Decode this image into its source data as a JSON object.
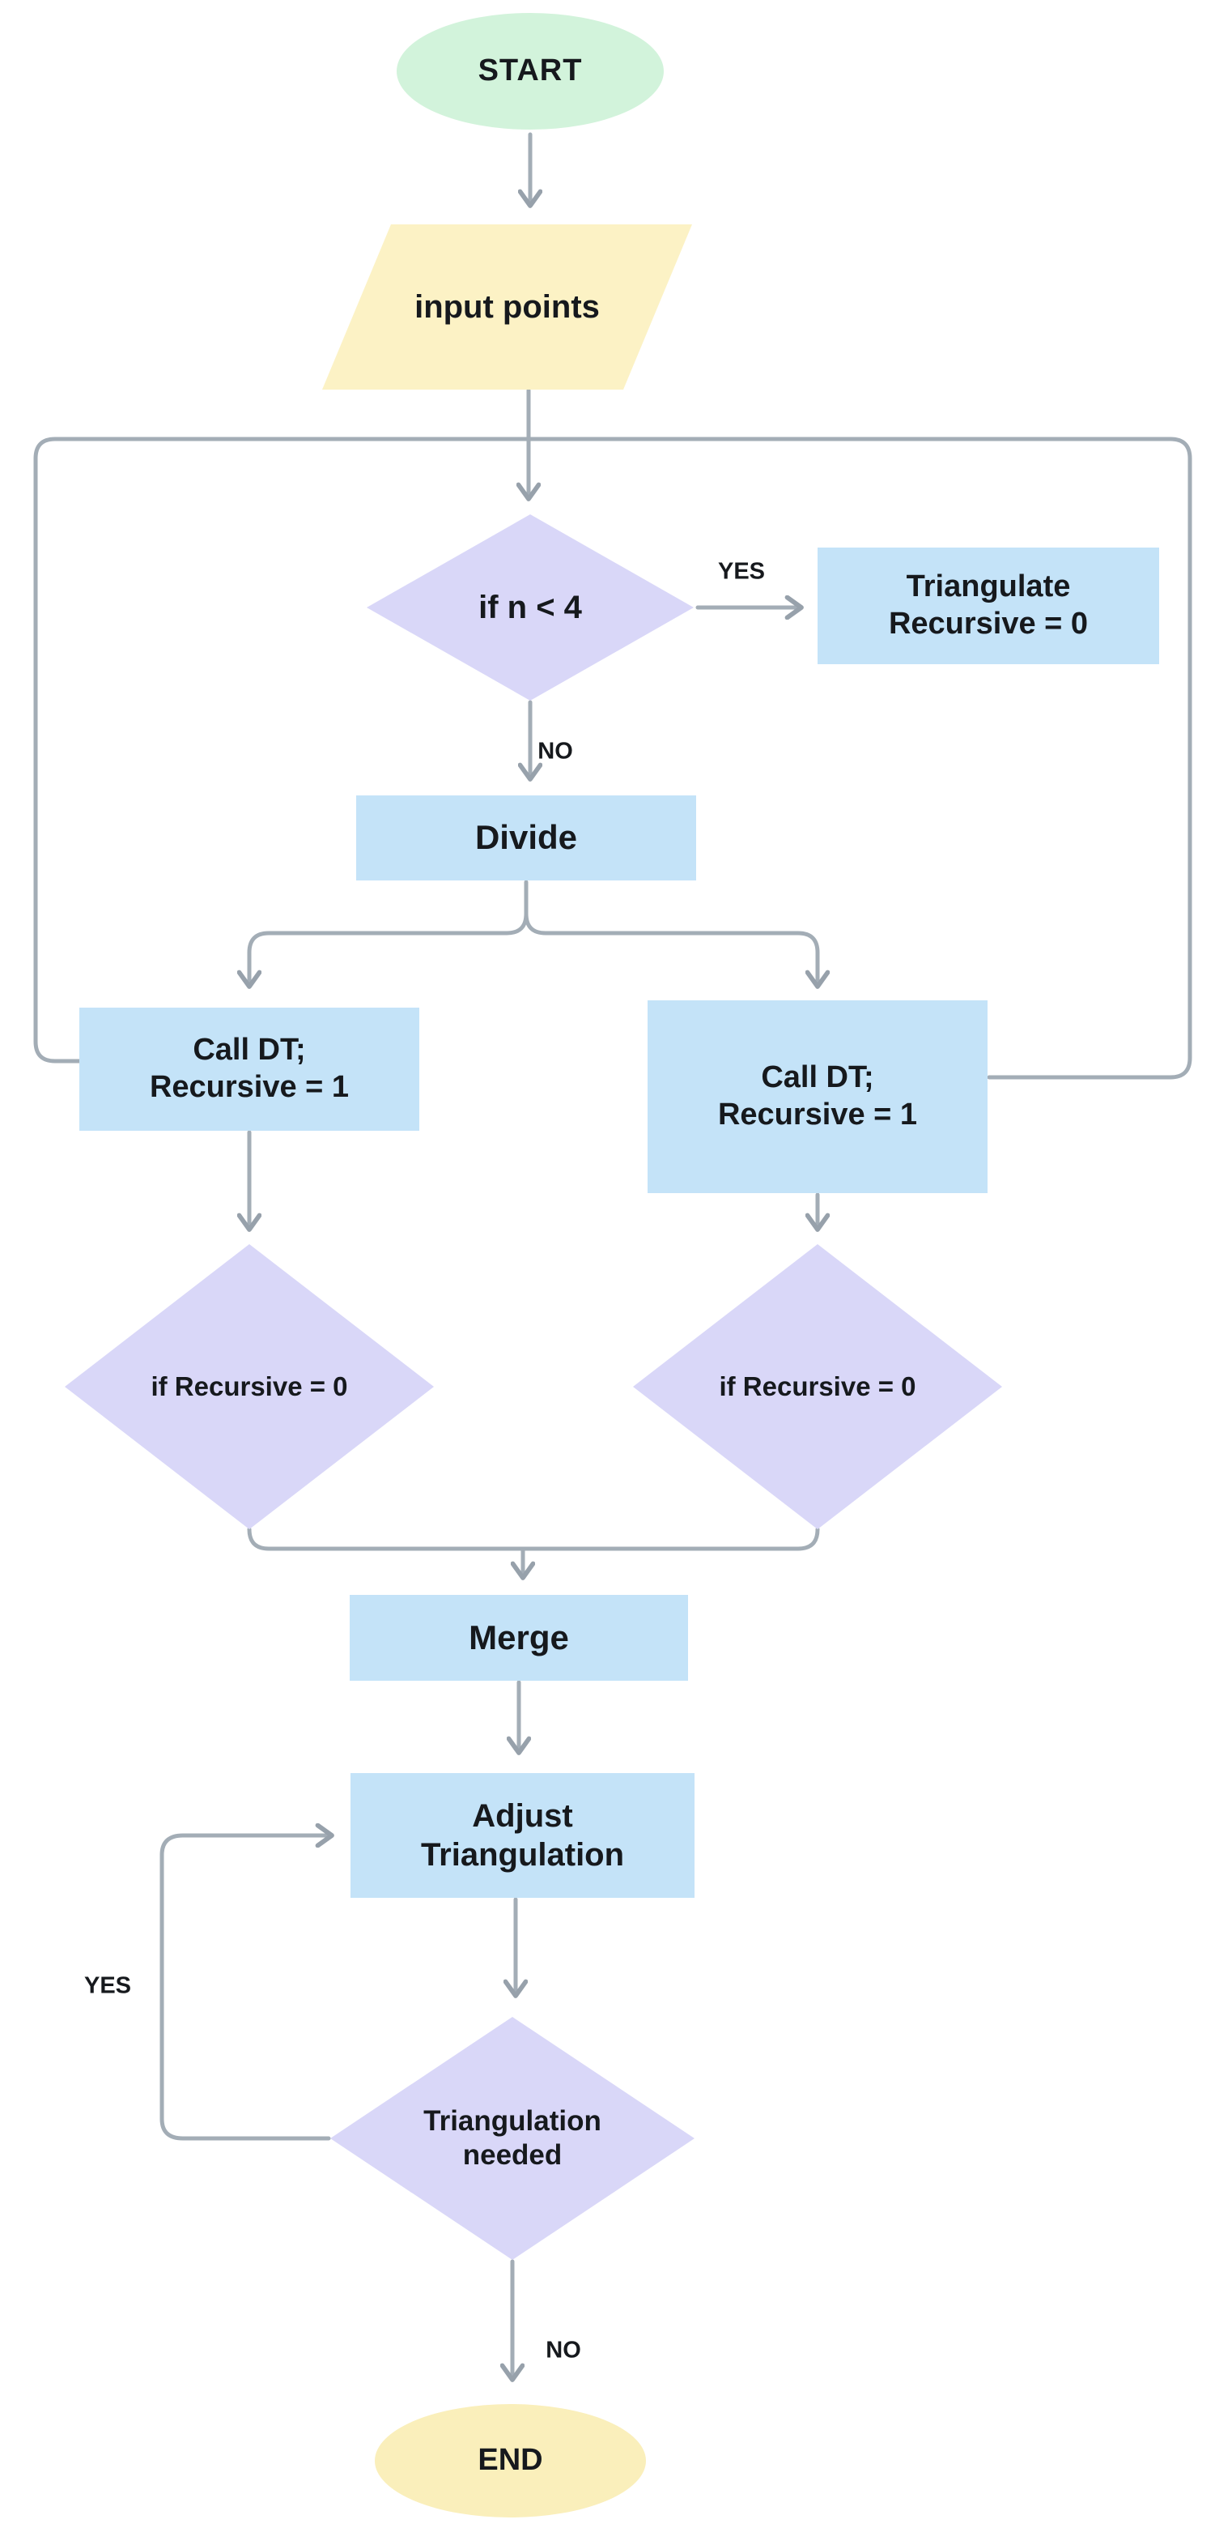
{
  "flowchart": {
    "nodes": {
      "start": {
        "label": "START"
      },
      "input_points": {
        "label": "input points"
      },
      "check_n": {
        "label": "if n < 4"
      },
      "triangulate": {
        "line1": "Triangulate",
        "line2": "Recursive = 0"
      },
      "divide": {
        "label": "Divide"
      },
      "call_dt_left": {
        "line1": "Call DT;",
        "line2": "Recursive = 1"
      },
      "call_dt_right": {
        "line1": "Call DT;",
        "line2": "Recursive = 1"
      },
      "check_rec_left": {
        "label": "if Recursive = 0"
      },
      "check_rec_right": {
        "label": "if Recursive = 0"
      },
      "merge": {
        "label": "Merge"
      },
      "adjust": {
        "line1": "Adjust",
        "line2": "Triangulation"
      },
      "check_needed": {
        "line1": "Triangulation",
        "line2": "needed"
      },
      "end": {
        "label": "END"
      }
    },
    "edge_labels": {
      "yes_top": "YES",
      "no_top": "NO",
      "yes_bottom": "YES",
      "no_bottom": "NO"
    }
  },
  "colors": {
    "terminator_green": "#d2f3db",
    "io_yellow": "#fcf2c5",
    "end_yellow": "#faefbb",
    "process_blue": "#c4e3f8",
    "decision_purple": "#d9d7f8",
    "connector_gray": "#a3adb6",
    "text_dark": "#16191d",
    "page_bg": "#ffffff"
  }
}
